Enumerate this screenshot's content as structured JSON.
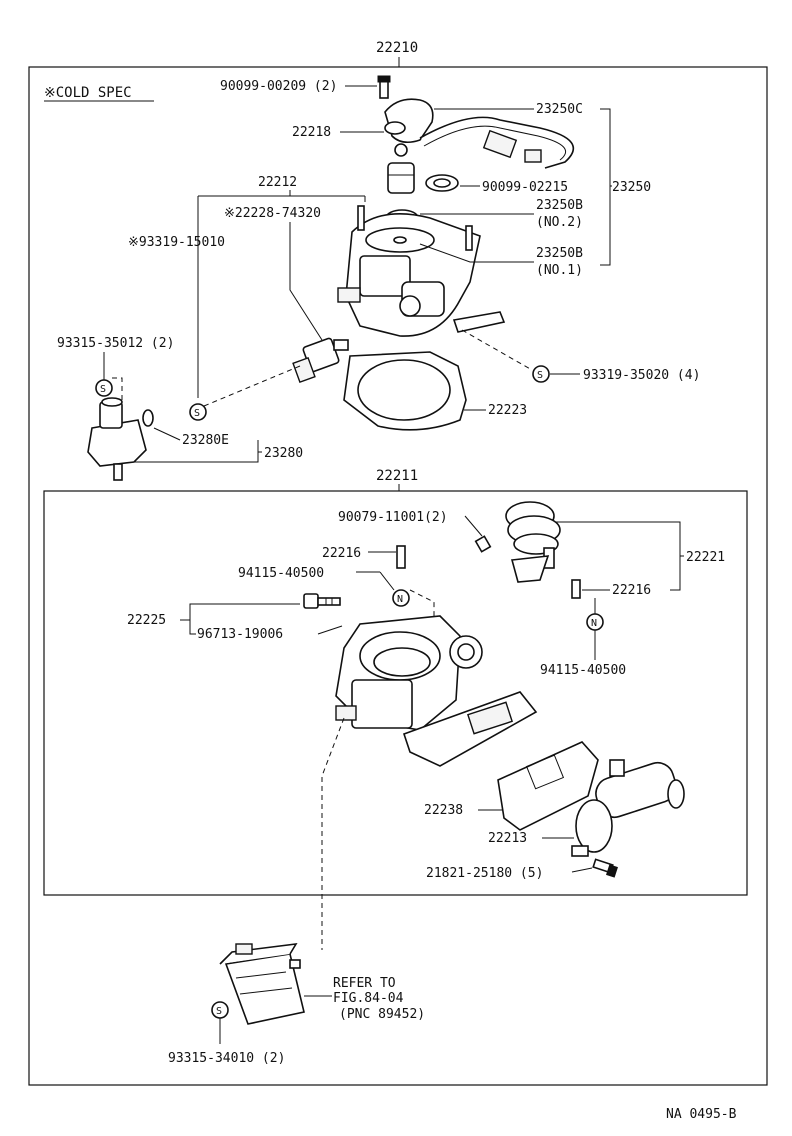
{
  "diagram": {
    "figure_id": "NA 0495-B",
    "assemblies": {
      "upper": "22210",
      "lower": "22211"
    },
    "note": "※COLD SPEC",
    "labels": {
      "p90099_00209": "90099-00209 (2)",
      "p22218": "22218",
      "p23250C": "23250C",
      "p22212": "22212",
      "p90099_02215": "90099-02215",
      "p23250": "23250",
      "p22228": "※22228-74320",
      "p23250B_a": "23250B",
      "p23250B_a_sub": "(NO.2)",
      "p93319_15010": "※93319-15010",
      "p23250B_b": "23250B",
      "p23250B_b_sub": "(NO.1)",
      "p93315_35012": "93315-35012 (2)",
      "p93319_35020": "93319-35020 (4)",
      "p22223": "22223",
      "p23280E": "23280E",
      "p23280": "23280",
      "p90079_11001": "90079-11001(2)",
      "p22216_a": "22216",
      "p94115_40500_a": "94115-40500",
      "p22221": "22221",
      "p22216_b": "22216",
      "p22225": "22225",
      "p96713_19006": "96713-19006",
      "p94115_40500_b": "94115-40500",
      "p22238": "22238",
      "p22213": "22213",
      "p21821_25180": "21821-25180 (5)",
      "refer_1": "REFER TO",
      "refer_2": "FIG.84-04",
      "refer_3": "(PNC 89452)",
      "p93315_34010": "93315-34010 (2)"
    },
    "symbols": {
      "s": "S",
      "n": "N"
    }
  }
}
